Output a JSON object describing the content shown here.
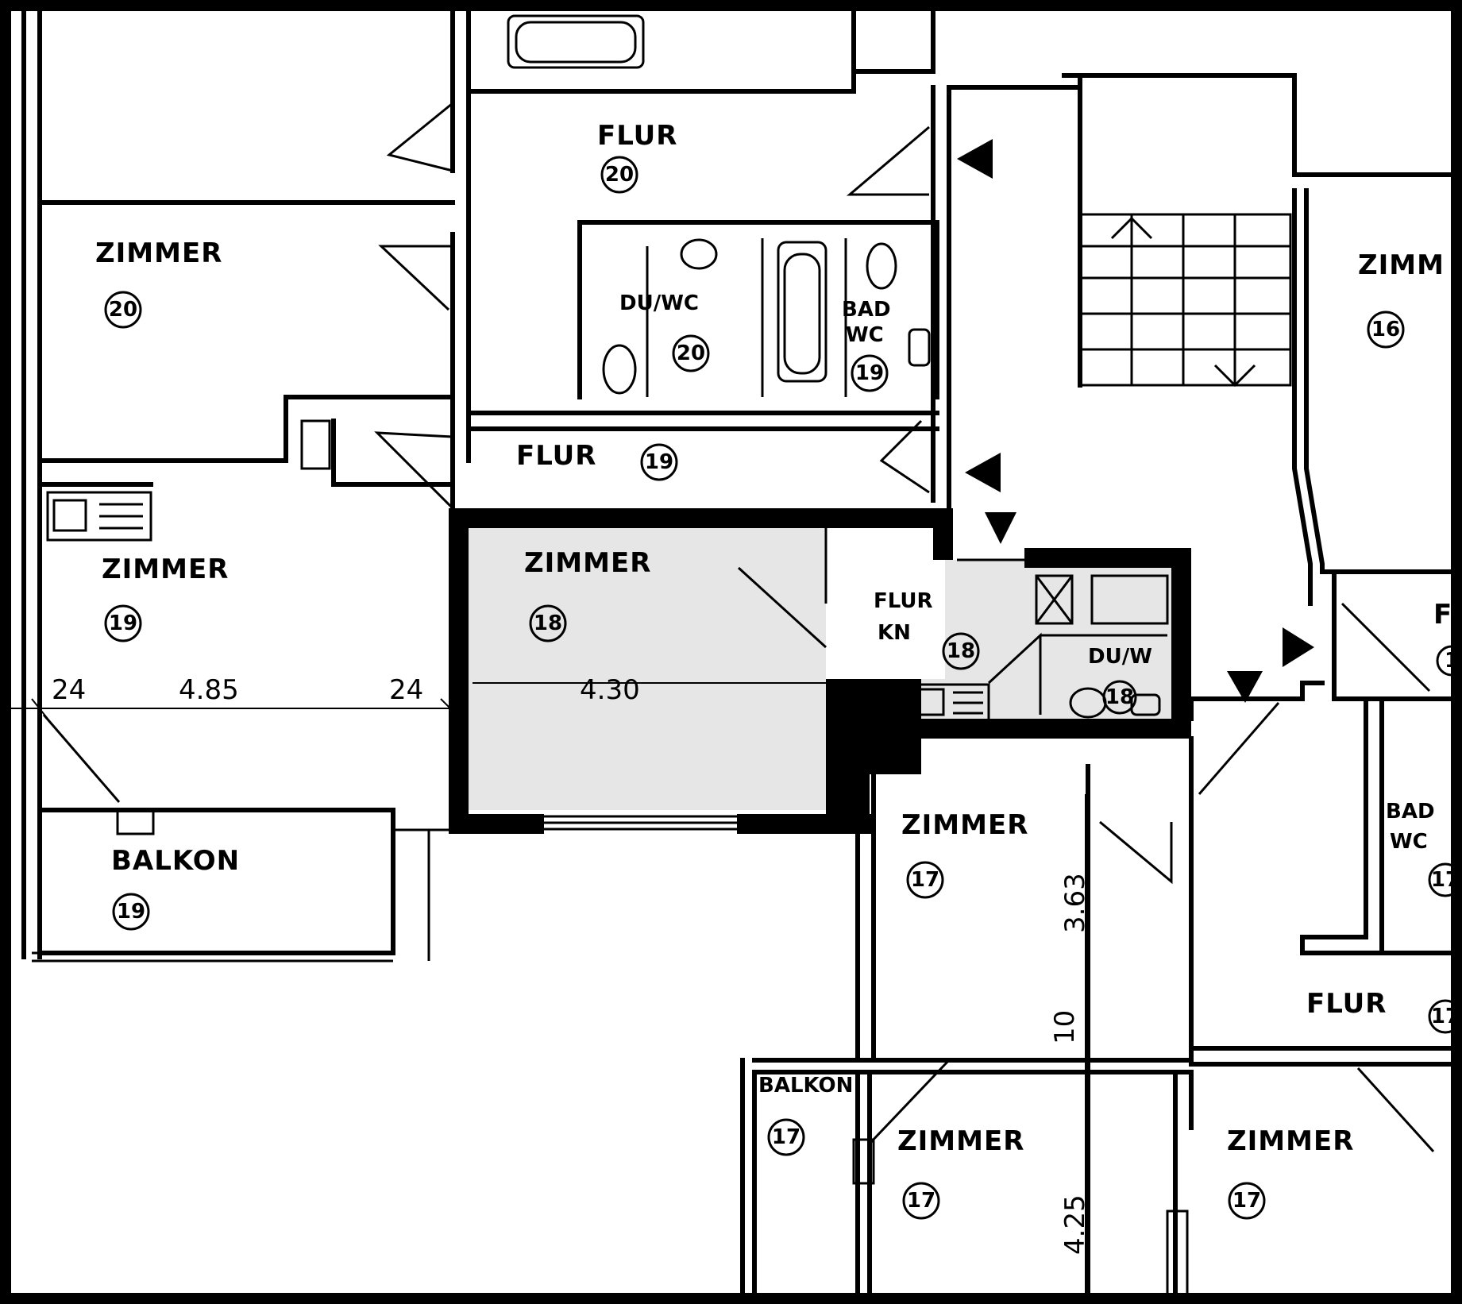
{
  "rooms": {
    "flur_20": {
      "name": "FLUR",
      "number": "20"
    },
    "zimmer_20": {
      "name": "ZIMMER",
      "number": "20"
    },
    "du_wc_20": {
      "name": "DU/WC",
      "number": "20"
    },
    "bad_wc_19": {
      "name_line1": "BAD",
      "name_line2": "WC",
      "number": "19"
    },
    "zimmer_16": {
      "name": "ZIMM",
      "number": "16"
    },
    "flur_19": {
      "name": "FLUR",
      "number": "19"
    },
    "zimmer_19": {
      "name": "ZIMMER",
      "number": "19"
    },
    "zimmer_18": {
      "name": "ZIMMER",
      "number": "18"
    },
    "flur_kn_18": {
      "name_line1": "FLUR",
      "name_line2": "KN",
      "number": "18"
    },
    "du_wc_18": {
      "name": "DU/W",
      "number": "18"
    },
    "balkon_19": {
      "name": "BALKON",
      "number": "19"
    },
    "zimmer_17_a": {
      "name": "ZIMMER",
      "number": "17"
    },
    "bad_wc_17": {
      "name_line1": "BAD",
      "name_line2": "WC",
      "number": "17"
    },
    "flur_17": {
      "name": "FLUR",
      "number": "17"
    },
    "balkon_17": {
      "name": "BALKON",
      "number": "17"
    },
    "zimmer_17_b": {
      "name": "ZIMMER",
      "number": "17"
    },
    "zimmer_17_c": {
      "name": "ZIMMER",
      "number": "17"
    },
    "partial_right_room": {
      "name": "F",
      "number": "1"
    }
  },
  "dimensions": {
    "d1": "24",
    "d2": "4.85",
    "d3": "24",
    "d4": "4.30",
    "d5": "3.63",
    "d6": "10",
    "d7": "4.25"
  },
  "colors": {
    "wall": "#000000",
    "highlighted_unit_fill": "#e6e6e6",
    "background": "#ffffff"
  },
  "icons": [
    "stair-arrow-up-icon",
    "stair-arrow-down-icon",
    "entrance-arrow-icon",
    "stove-icon",
    "bathtub-icon",
    "toilet-icon",
    "sink-icon"
  ]
}
